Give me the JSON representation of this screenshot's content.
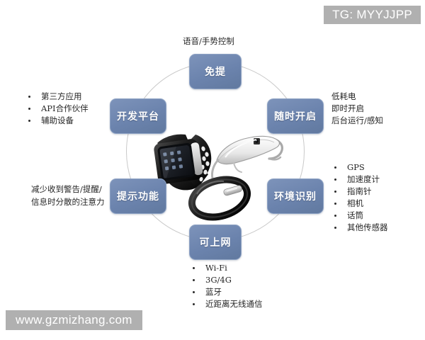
{
  "watermarks": {
    "top_right": "TG: MYYJJPP",
    "bottom_left": "www.gzmizhang.com"
  },
  "diagram": {
    "center_image_alt": "智能穿戴设备：智能手表、智能眼镜、智能手环",
    "ring_color": "#c9c9c9",
    "node_color": "#6b83ad",
    "node_text_color": "#ffffff",
    "nodes": [
      {
        "id": "hands-free",
        "label": "免提",
        "position": "top"
      },
      {
        "id": "always-on",
        "label": "随时开启",
        "position": "upper-right"
      },
      {
        "id": "context-awareness",
        "label": "环境识别",
        "position": "lower-right"
      },
      {
        "id": "internet-access",
        "label": "可上网",
        "position": "bottom"
      },
      {
        "id": "notifications",
        "label": "提示功能",
        "position": "lower-left"
      },
      {
        "id": "dev-platform",
        "label": "开发平台",
        "position": "upper-left"
      }
    ],
    "annotations": {
      "hands_free": {
        "type": "plain",
        "items": [
          "语音/手势控制"
        ]
      },
      "dev_platform": {
        "type": "bullets",
        "items": [
          "第三方应用",
          "API合作伙伴",
          "辅助设备"
        ]
      },
      "always_on": {
        "type": "plain",
        "items": [
          "低耗电",
          "即时开启",
          "后台运行/感知"
        ]
      },
      "context_awareness": {
        "type": "bullets",
        "items": [
          "GPS",
          "加速度计",
          "指南针",
          "相机",
          "话筒",
          "其他传感器"
        ]
      },
      "internet_access": {
        "type": "bullets",
        "items": [
          "Wi-Fi",
          "3G/4G",
          "蓝牙",
          "近距离无线通信"
        ]
      },
      "notifications": {
        "type": "paragraph",
        "text": "减少收到警告/提醒/信息时分散的注意力"
      }
    }
  }
}
